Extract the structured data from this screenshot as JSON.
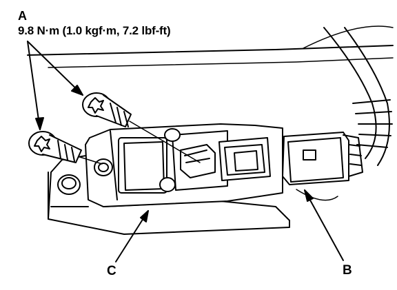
{
  "callouts": {
    "a": "A",
    "b": "B",
    "c": "C"
  },
  "torque_spec": "9.8 N·m (1.0 kgf·m, 7.2 lbf-ft)",
  "colors": {
    "ink": "#000000",
    "paper": "#ffffff"
  }
}
